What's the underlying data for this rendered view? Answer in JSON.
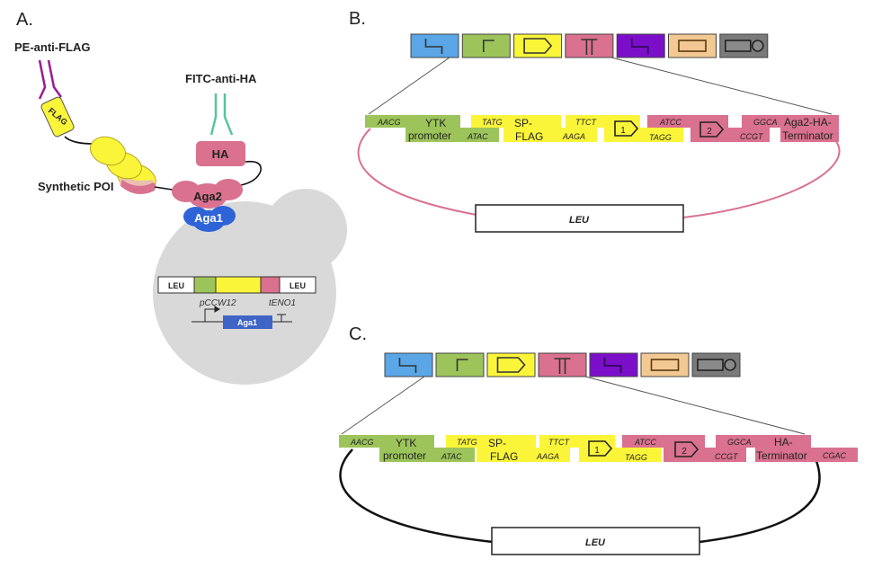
{
  "colors": {
    "blue": "#5aa6e6",
    "green": "#9dc45a",
    "yellow": "#fbf53a",
    "pink": "#d9718f",
    "purple": "#7b0fc9",
    "tan": "#f2c893",
    "gray": "#7a7a7a",
    "cell": "#d9d9d9",
    "aga1": "#2f63d8",
    "pe": "#9b1a95",
    "fitc": "#57c4a0",
    "plasmid_b": "#d9718f",
    "plasmid_c": "#111111"
  },
  "panel_a": {
    "label": "A.",
    "pe_antibody": "PE-anti-FLAG",
    "fitc_antibody": "FITC-anti-HA",
    "flag_tag": "FLAG",
    "ha_tag": "HA",
    "aga2": "Aga2",
    "aga1": "Aga1",
    "poi_label": "Synthetic POI",
    "cassette": {
      "left_flank": "LEU",
      "right_flank": "LEU",
      "promoter": "pCCW12",
      "terminator": "tENO1",
      "gene": "Aga1"
    }
  },
  "part_icons": [
    {
      "name": "connector-left",
      "color": "blue"
    },
    {
      "name": "promoter",
      "color": "green"
    },
    {
      "name": "cds",
      "color": "yellow"
    },
    {
      "name": "terminator",
      "color": "pink"
    },
    {
      "name": "connector-right",
      "color": "purple"
    },
    {
      "name": "marker",
      "color": "tan"
    },
    {
      "name": "origin",
      "color": "gray"
    }
  ],
  "panel_b": {
    "label": "B.",
    "parts": {
      "p1_top": "AACG",
      "p1_name1": "YTK",
      "p1_name2": "promoter",
      "p1_bot": "ATAC",
      "p2_top": "TATG",
      "p2_name1": "SP-",
      "p2_name2": "FLAG",
      "p2_bot": "AAGA",
      "p3_top": "TTCT",
      "p3_num": "1",
      "p3_bot": "TAGG",
      "p4_top": "ATCC",
      "p4_num": "2",
      "p4_bot": "CCGT",
      "p5_top": "GGCA",
      "p5_name1": "Aga2-HA-",
      "p5_name2": "Terminator"
    },
    "backbone": "LEU"
  },
  "panel_c": {
    "label": "C.",
    "parts": {
      "p1_top": "AACG",
      "p1_name1": "YTK",
      "p1_name2": "promoter",
      "p1_bot": "ATAC",
      "p2_top": "TATG",
      "p2_name1": "SP-",
      "p2_name2": "FLAG",
      "p2_bot": "AAGA",
      "p3_top": "TTCT",
      "p3_num": "1",
      "p3_bot": "TAGG",
      "p4_top": "ATCC",
      "p4_num": "2",
      "p4_bot": "CCGT",
      "p5_top": "GGCA",
      "p5_name1": "HA-",
      "p5_name2": "Terminator",
      "p5_bot": "CGAC"
    },
    "backbone": "LEU"
  }
}
